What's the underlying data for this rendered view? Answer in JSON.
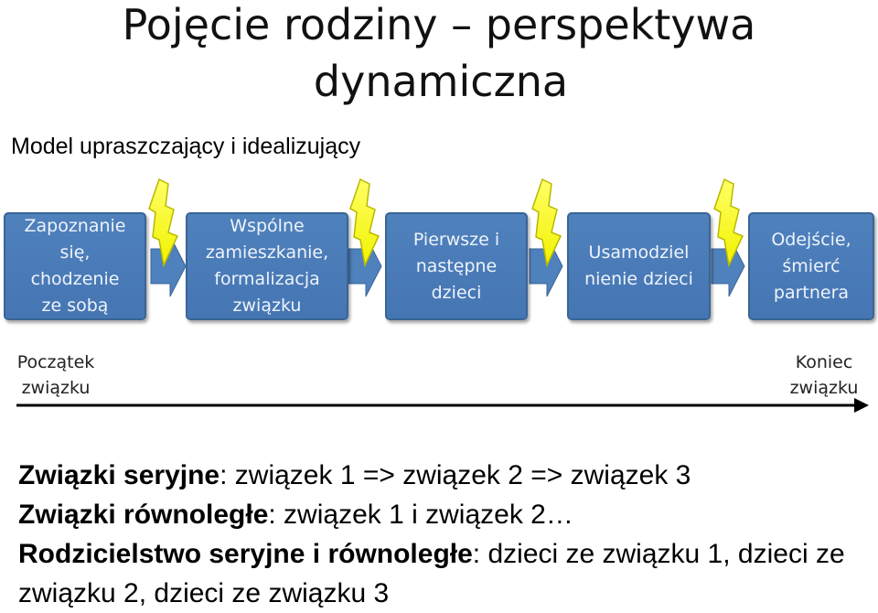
{
  "title": {
    "line1": "Pojęcie rodziny – perspektywa",
    "line2": "dynamiczna"
  },
  "subtitle": "Model upraszczający i idealizujący",
  "stages": [
    {
      "label": "Zapoznanie\nsię,\nchodzenie\nze sobą"
    },
    {
      "label": "Wspólne\nzamieszkanie,\nformalizacja\nzwiązku"
    },
    {
      "label": "Pierwsze i\nnastępne\ndzieci"
    },
    {
      "label": "Usamodziel\nnienie dzieci"
    },
    {
      "label": "Odejście,\nśmierć\npartnera"
    }
  ],
  "timeline": {
    "start_label": "Początek\nzwiązku",
    "end_label": "Koniec\nzwiązku"
  },
  "notes": {
    "serial_bold": "Związki seryjne",
    "serial_text": ": związek 1 => związek 2 => związek 3",
    "parallel_bold": "Związki równoległe",
    "parallel_text": ": związek 1 i związek 2…",
    "parenthood_bold": "Rodzicielstwo seryjne i równoległe",
    "parenthood_text": ": dzieci ze związku 1, dzieci ze związku 2, dzieci ze związku 3"
  },
  "colors": {
    "box_fill": "#4f81bd",
    "arrow_fill": "#4f81bd",
    "lightning_fill": "#ffff00",
    "lightning_stroke": "#b8b800"
  }
}
